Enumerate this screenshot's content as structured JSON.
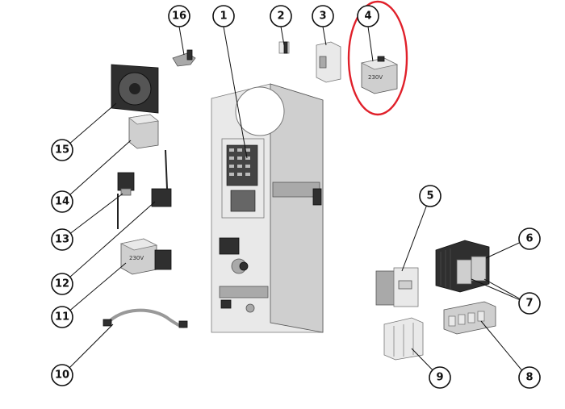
{
  "callouts": [
    {
      "label": "1"
    },
    {
      "label": "2"
    },
    {
      "label": "3"
    },
    {
      "label": "4"
    },
    {
      "label": "5"
    },
    {
      "label": "6"
    },
    {
      "label": "7"
    },
    {
      "label": "8"
    },
    {
      "label": "9"
    },
    {
      "label": "10"
    },
    {
      "label": "11"
    },
    {
      "label": "12"
    },
    {
      "label": "13"
    },
    {
      "label": "14"
    },
    {
      "label": "15"
    },
    {
      "label": "16"
    }
  ],
  "part_markings": {
    "part4": "230V",
    "part11": "230V"
  },
  "highlight": {
    "callout": "4",
    "color": "#e0202a"
  }
}
